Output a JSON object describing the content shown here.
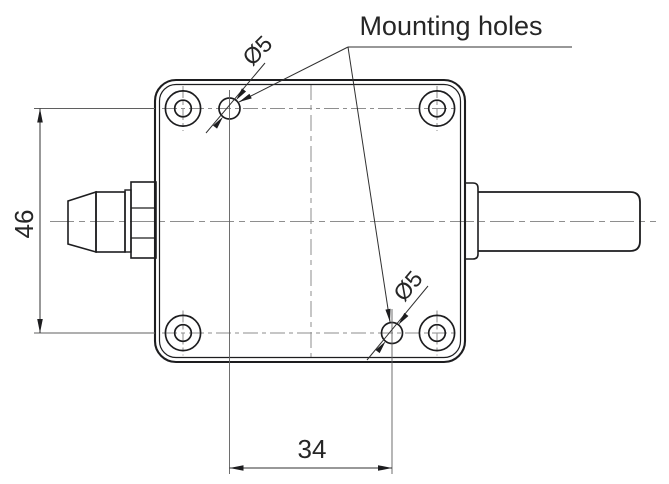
{
  "drawing": {
    "annotation": {
      "mounting_holes_label": "Mounting holes",
      "hole_diameter_label_top": "Ø5",
      "hole_diameter_label_bottom": "Ø5"
    },
    "dimensions": {
      "vertical_spacing": "46",
      "horizontal_spacing": "34"
    },
    "colors": {
      "outline": "#1d1d1f",
      "dimension_line": "#303030",
      "centerline": "#8e8e8e",
      "background": "#ffffff"
    }
  }
}
